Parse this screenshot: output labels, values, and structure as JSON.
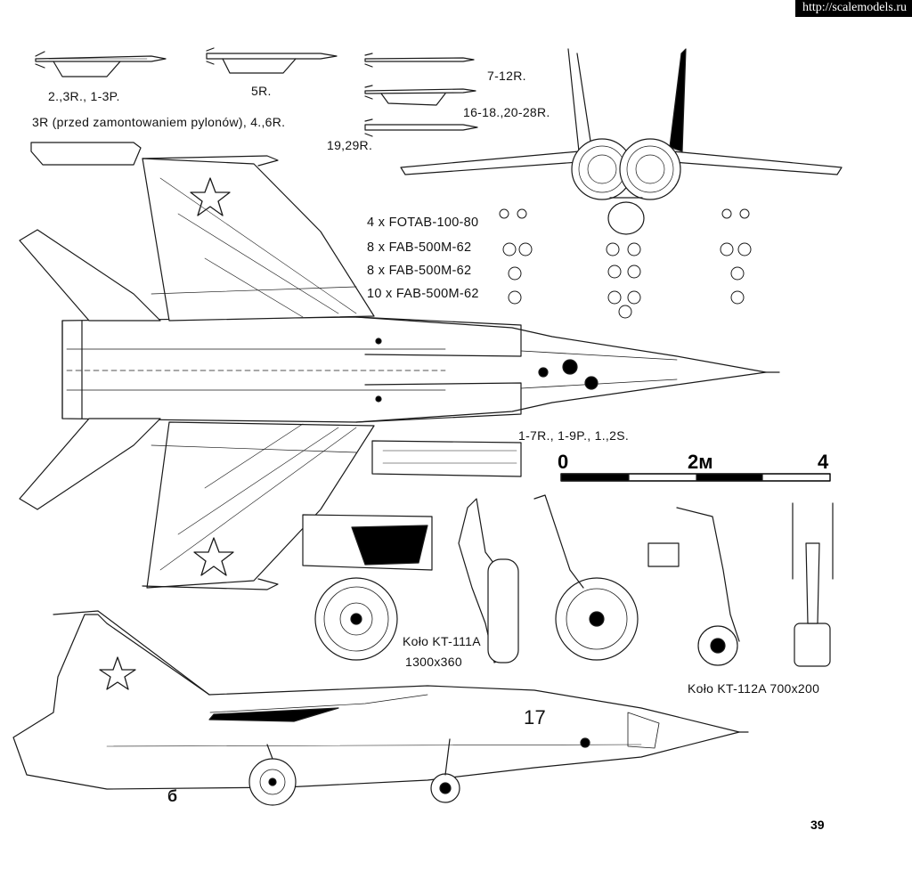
{
  "watermark": "http://scalemodels.ru",
  "page_number": "39",
  "weapons": {
    "missile_row1_label": "2.,3R., 1-3P.",
    "missile_row2_label": "5R.",
    "missile_note": "3R (przed zamontowaniem pylonów),  4.,6R.",
    "right_missile_1": "7-12R.",
    "right_missile_2": "16-18.,20-28R.",
    "right_missile_3": "19,29R."
  },
  "bomb_loads": [
    "4 x FOTAB-100-80",
    "8 x FAB-500M-62",
    "8 x FAB-500M-62",
    "10 x FAB-500M-62"
  ],
  "underside_label": "1-7R., 1-9P., 1.,2S.",
  "scale_bar": {
    "tick_0": "0",
    "tick_2": "2м",
    "tick_4": "4"
  },
  "wheels": {
    "main_wheel_label": "Koło KT-111A",
    "main_wheel_size": "1300x360",
    "nose_wheel_label": "Koło KT-112A 700x200"
  },
  "aircraft": {
    "bort_number": "17",
    "tail_mark": "б"
  }
}
